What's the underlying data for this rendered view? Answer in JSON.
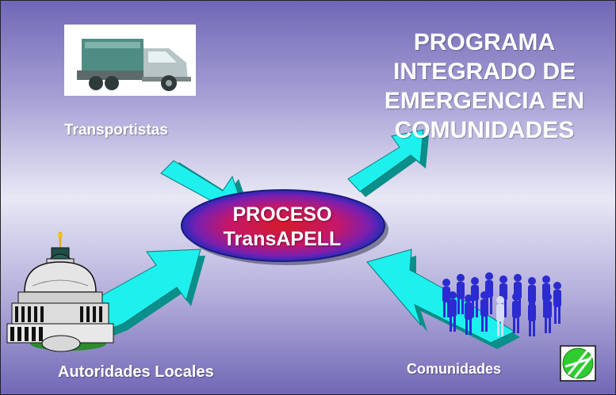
{
  "title_lines": [
    "PROGRAMA",
    "INTEGRADO DE",
    "EMERGENCIA EN",
    "COMUNIDADES"
  ],
  "center": {
    "lines": [
      "PROCESO",
      "TransAPELL"
    ]
  },
  "labels": {
    "transport": "Transportistas",
    "authorities": "Autoridades Locales",
    "communities": "Comunidades"
  },
  "colors": {
    "background_top": "#6f67b5",
    "background_mid": "#e9e8f5",
    "arrow_fill": "#1ef0ee",
    "arrow_side": "#0a8f8a",
    "oval_center": "#d41a2b",
    "oval_edge": "#2a2ab8",
    "label_text": "#ffffff",
    "crowd": "#2b2bd0",
    "logo_green": "#2ecc2e"
  },
  "icons": [
    "truck-icon",
    "capitol-building-icon",
    "crowd-icon",
    "organization-logo-icon"
  ]
}
